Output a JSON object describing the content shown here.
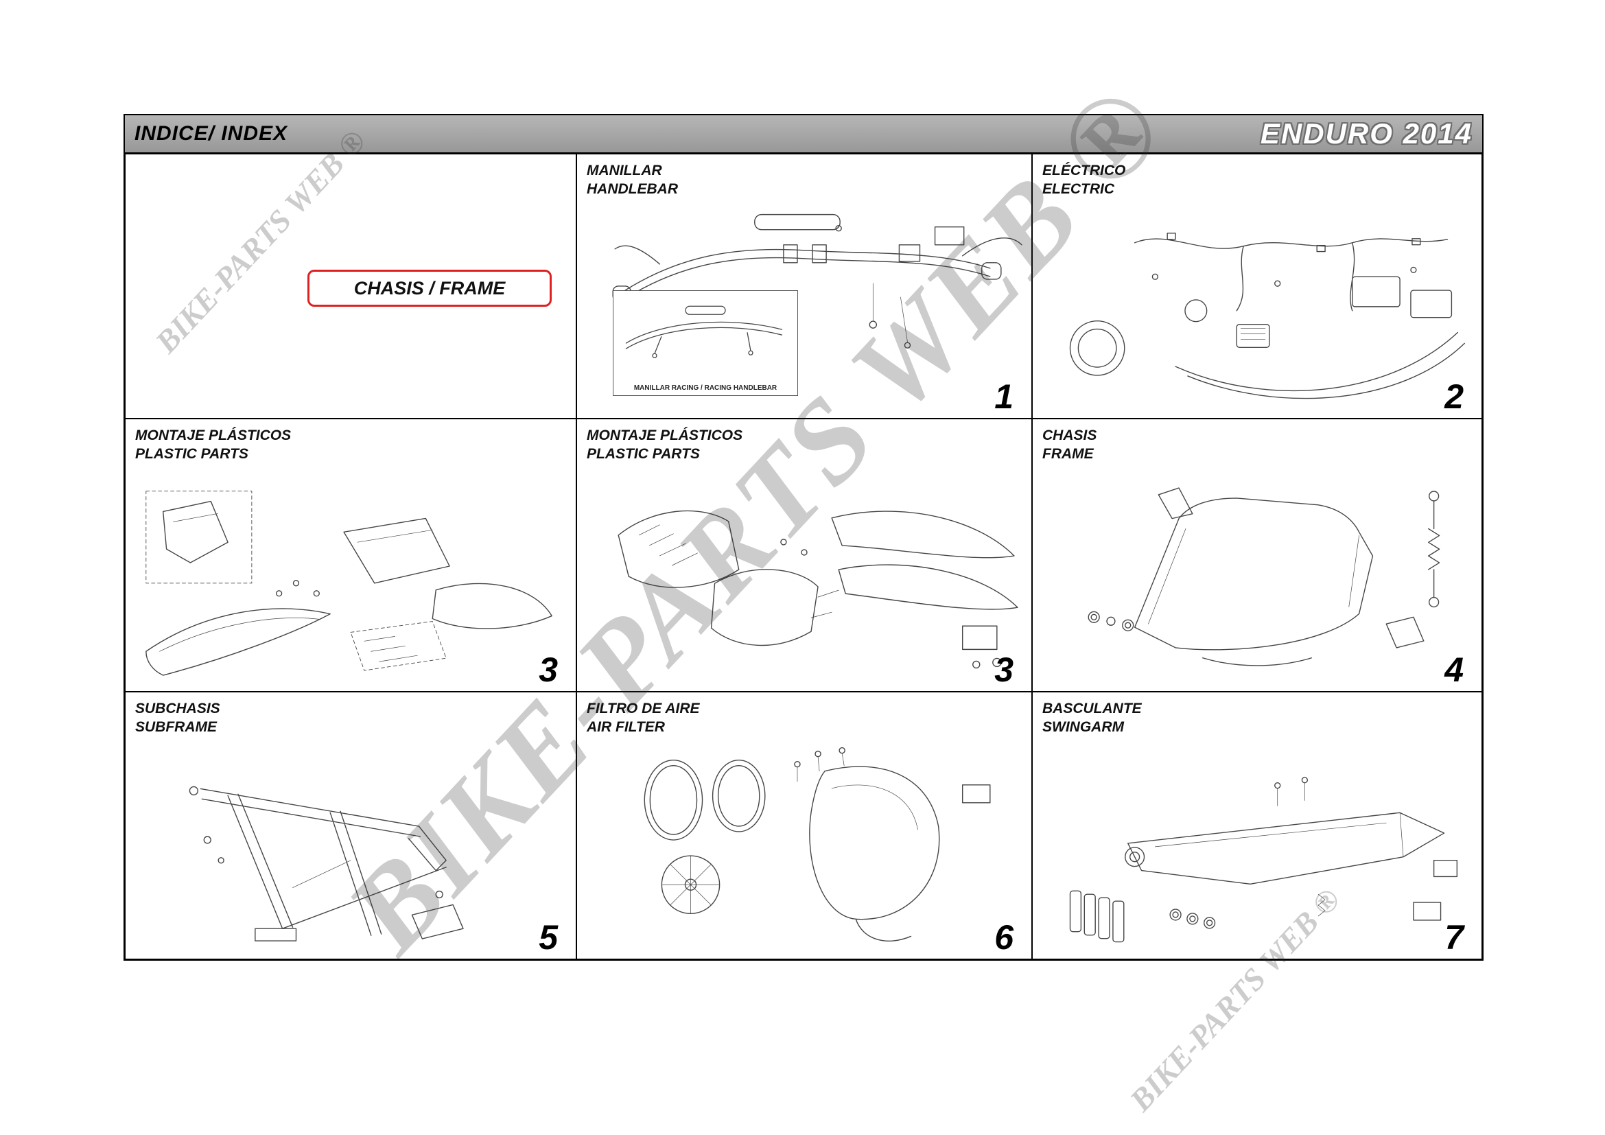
{
  "header": {
    "index_title": "INDICE/ INDEX",
    "catalog_title": "ENDURO 2014"
  },
  "watermark": {
    "text": "BIKE-PARTS WEB ®"
  },
  "badge": {
    "label": "CHASIS / FRAME",
    "border_color": "#e02020"
  },
  "cells": [
    {
      "name": "cover",
      "title_es": "",
      "title_en": "",
      "number": ""
    },
    {
      "name": "handlebar",
      "title_es": "MANILLAR",
      "title_en": "HANDLEBAR",
      "number": "1",
      "inset_caption": "MANILLAR RACING / RACING HANDLEBAR"
    },
    {
      "name": "electric",
      "title_es": "ELÉCTRICO",
      "title_en": "ELECTRIC",
      "number": "2"
    },
    {
      "name": "plastic-parts-a",
      "title_es": "MONTAJE PLÁSTICOS",
      "title_en": "PLASTIC PARTS",
      "number": "3"
    },
    {
      "name": "plastic-parts-b",
      "title_es": "MONTAJE PLÁSTICOS",
      "title_en": "PLASTIC PARTS",
      "number": "3"
    },
    {
      "name": "frame",
      "title_es": "CHASIS",
      "title_en": "FRAME",
      "number": "4"
    },
    {
      "name": "subframe",
      "title_es": "SUBCHASIS",
      "title_en": "SUBFRAME",
      "number": "5"
    },
    {
      "name": "air-filter",
      "title_es": "FILTRO DE AIRE",
      "title_en": "AIR FILTER",
      "number": "6"
    },
    {
      "name": "swingarm",
      "title_es": "BASCULANTE",
      "title_en": "SWINGARM",
      "number": "7"
    }
  ]
}
